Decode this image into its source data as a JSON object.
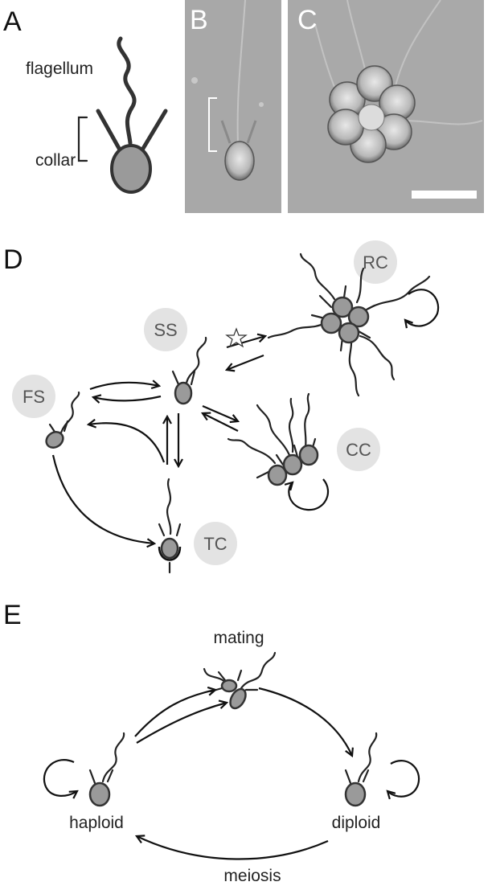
{
  "panel_labels": {
    "a": "A",
    "b": "B",
    "c": "C",
    "d": "D",
    "e": "E"
  },
  "panel_a": {
    "flagellum_label": "flagellum",
    "collar_label": "collar"
  },
  "panel_d": {
    "badges": {
      "ss": "SS",
      "fs": "FS",
      "rc": "RC",
      "cc": "CC",
      "tc": "TC"
    }
  },
  "panel_e": {
    "mating_label": "mating",
    "haploid_label": "haploid",
    "diploid_label": "diploid",
    "meiosis_label": "meiosis"
  },
  "colors": {
    "cell_fill": "#9a9a9a",
    "badge_fill": "#e3e3e3",
    "micrograph_bg": "#a9a9a9"
  }
}
